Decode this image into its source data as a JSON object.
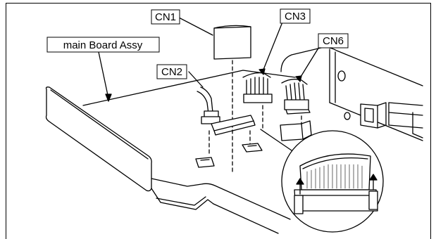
{
  "diagram": {
    "labels": {
      "cn1": "CN1",
      "cn2": "CN2",
      "cn3": "CN3",
      "cn6": "CN6",
      "main_board": "main Board Assy"
    }
  }
}
